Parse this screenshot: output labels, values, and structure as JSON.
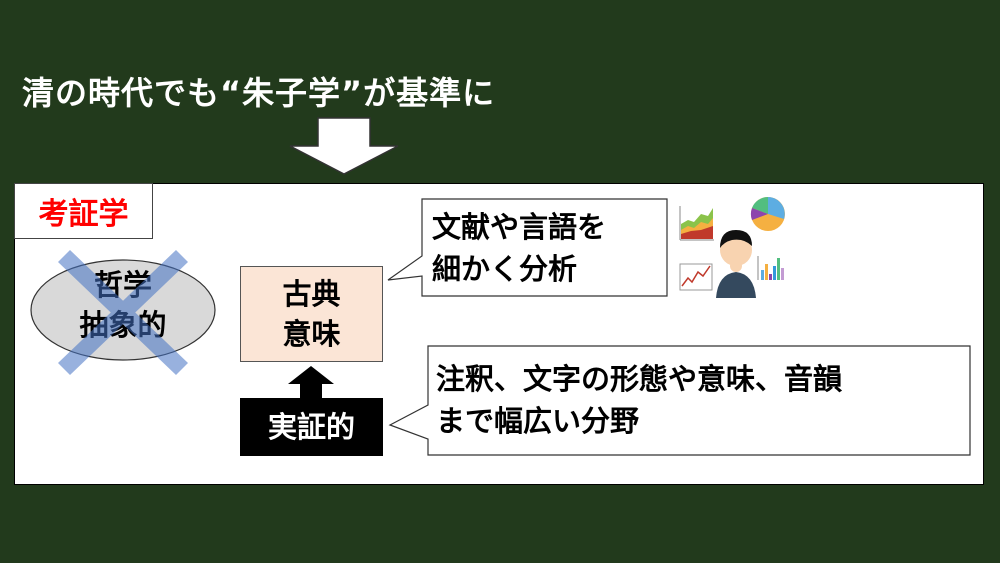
{
  "slide": {
    "title": "清の時代でも“朱子学”が基準に",
    "section_label": "考証学",
    "crossed_out": {
      "line1": "哲学",
      "line2": "抽象的"
    },
    "focus_box": {
      "line1": "古典",
      "line2": "意味"
    },
    "method_box": "実証的",
    "callout_top": {
      "line1": "文献や言語を",
      "line2": "細かく分析"
    },
    "callout_bottom": {
      "line1": "注釈、文字の形態や意味、音韻",
      "line2": "まで幅広い分野"
    },
    "colors": {
      "background": "#223a1c",
      "label_red": "#ff0000",
      "box_fill": "#fbe5d6",
      "cross_blue": "#4472c4"
    }
  }
}
